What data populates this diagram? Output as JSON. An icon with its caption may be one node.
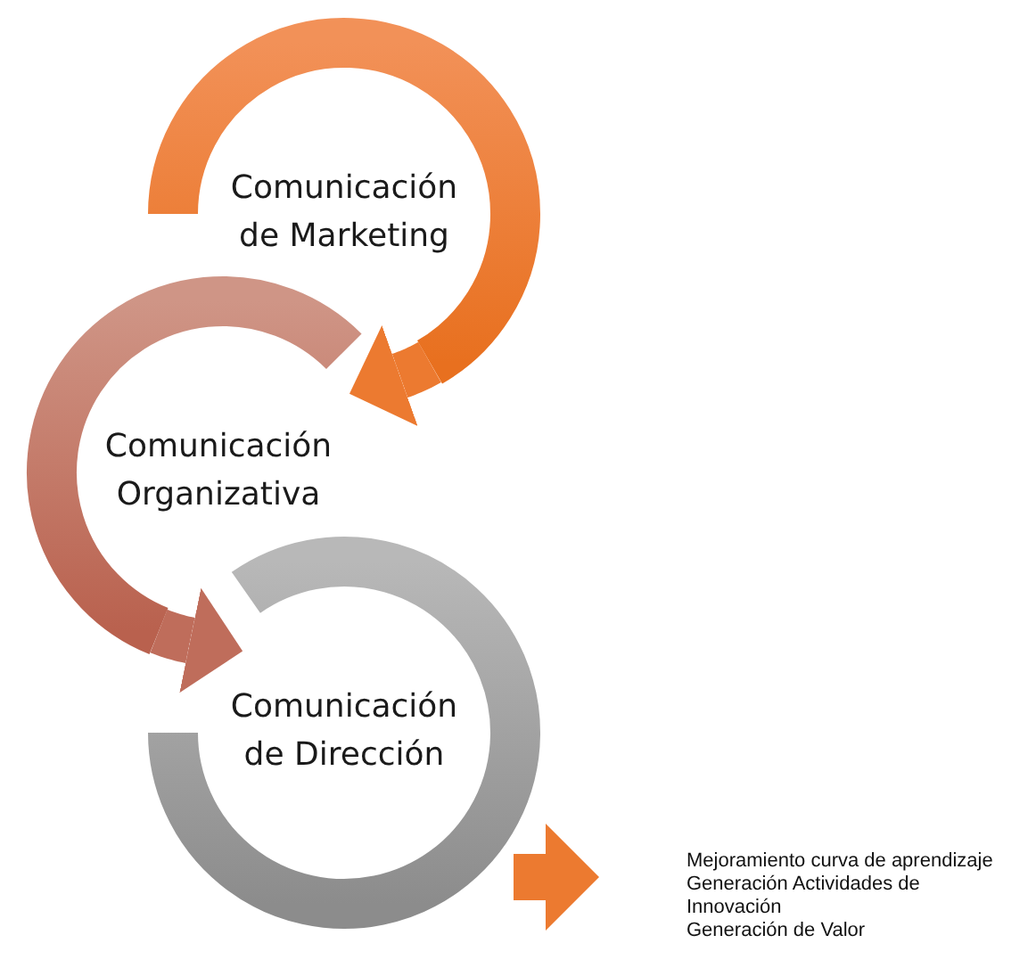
{
  "diagram": {
    "nodes": [
      {
        "text": [
          "Comunicación de Marketing"
        ]
      },
      {
        "text": [
          "Comunicación Organizativa"
        ]
      },
      {
        "text": [
          "Comunicación de Dirección"
        ]
      },
      {
        "text": [
          "Mejoramiento curva de aprendizaje",
          "Generación Actividades de Innovación",
          "Generación de Valor"
        ]
      }
    ],
    "edges": [
      {
        "from": 0,
        "to": 1,
        "arrow": "to"
      },
      {
        "from": 1,
        "to": 2,
        "arrow": "to",
        "color": "#bf6d5b"
      },
      {
        "from": 2,
        "to": 3,
        "arrow": "to"
      }
    ]
  }
}
